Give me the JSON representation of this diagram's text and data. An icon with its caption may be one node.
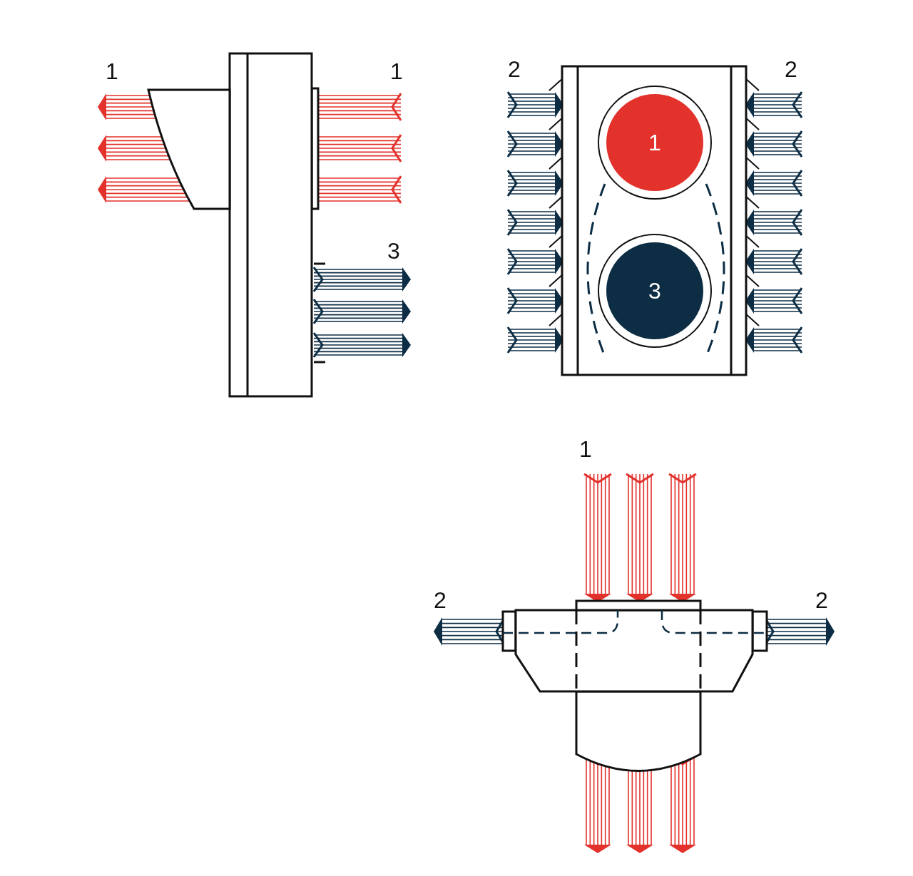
{
  "diagram": {
    "nodes": [
      {
        "text": [
          "1"
        ]
      },
      {
        "text": [
          "3"
        ]
      }
    ],
    "labels": [
      "1",
      "1",
      "2",
      "2",
      "3",
      "1",
      "2",
      "2"
    ]
  }
}
